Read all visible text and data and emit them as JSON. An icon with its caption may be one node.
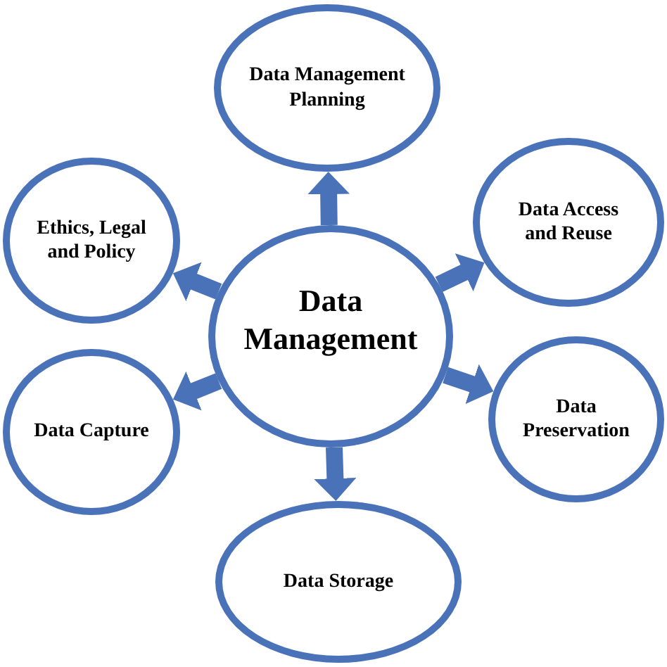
{
  "diagram": {
    "nodes": [
      {
        "text": [
          "Data Management"
        ]
      },
      {
        "text": [
          "Data Management Planning"
        ]
      },
      {
        "text": [
          "Ethics, Legal and Policy"
        ]
      },
      {
        "text": [
          "Data Access and Reuse"
        ]
      },
      {
        "text": [
          "Data Capture"
        ]
      },
      {
        "text": [
          "Data Preservation"
        ]
      },
      {
        "text": [
          "Data Storage"
        ]
      }
    ],
    "edges": [
      {
        "from": 0,
        "to": 1,
        "arrow": "to"
      },
      {
        "from": 0,
        "to": 2,
        "arrow": "to"
      },
      {
        "from": 0,
        "to": 3,
        "arrow": "to"
      },
      {
        "from": 0,
        "to": 4,
        "arrow": "to"
      },
      {
        "from": 0,
        "to": 5,
        "arrow": "to"
      },
      {
        "from": 0,
        "to": 6,
        "arrow": "to"
      }
    ]
  }
}
